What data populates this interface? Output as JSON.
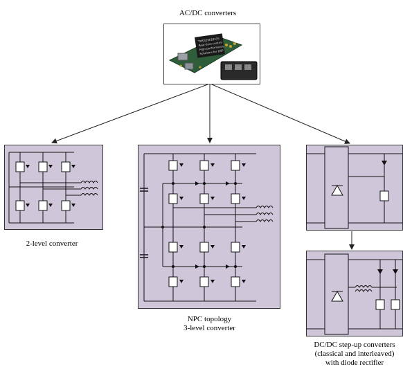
{
  "title": "AC/DC converters",
  "labels": {
    "two_level": "2-level converter",
    "npc_line1": "NPC topology",
    "npc_line2": "3-level converter",
    "dcdc_line1": "DC/DC step-up converters",
    "dcdc_line2": "(classical and interleaved)",
    "dcdc_line3": "with diode rectifier"
  },
  "photo": {
    "chip_text": [
      "TMS320F28335",
      "Real-time control",
      "High-performance",
      "Solutions for DSP"
    ]
  },
  "colors": {
    "panel_fill": "#cfc6d9",
    "board_green": "#2f5d3a",
    "line": "#222222"
  }
}
